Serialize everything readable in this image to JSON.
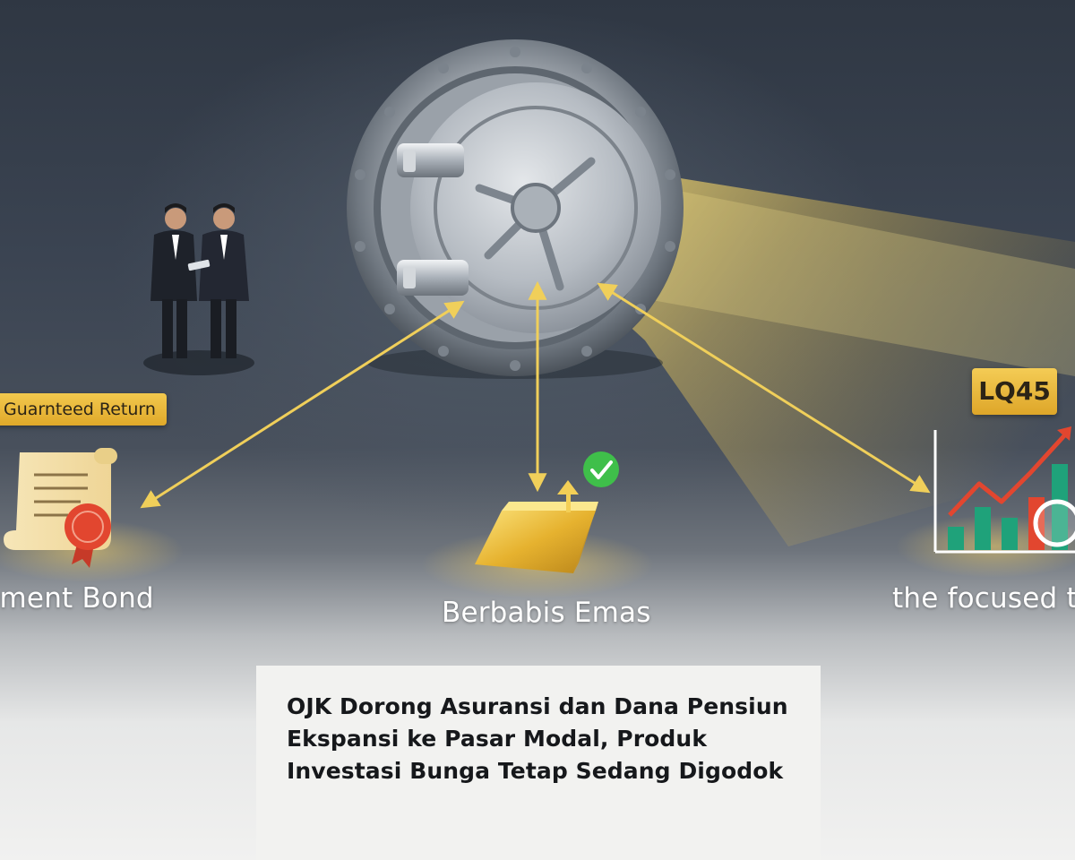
{
  "illustration": {
    "tags": {
      "guaranteed": "Guarnteed Return",
      "index": "LQ45"
    },
    "labels": {
      "bond": "ernment Bond",
      "gold": "Berbabis Emas",
      "focus": "the focused ta"
    },
    "colors": {
      "beam": "#f3d36a",
      "accent_gold": "#e6b12e",
      "check": "#3fbf4a",
      "seal": "#e2462f"
    },
    "icons": [
      "vault-door-icon",
      "business-handshake-icon",
      "bond-scroll-icon",
      "gold-bar-icon",
      "check-badge-icon",
      "growth-chart-icon",
      "magnifier-icon"
    ]
  },
  "article": {
    "headline": "OJK Dorong Asuransi dan Dana Pensiun Ekspansi ke Pasar Modal, Produk Investasi Bunga Tetap Sedang Digodok"
  }
}
